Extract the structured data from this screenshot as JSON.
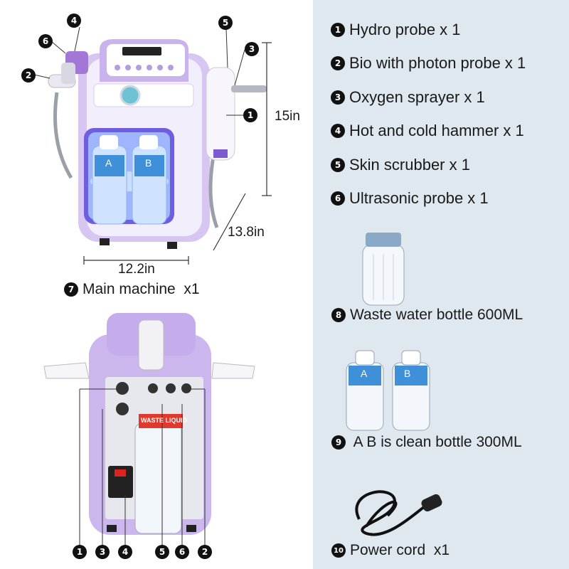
{
  "accessories": [
    {
      "num": "1",
      "text": "Hydro probe x 1"
    },
    {
      "num": "2",
      "text": "Bio with photon probe x 1"
    },
    {
      "num": "3",
      "text": "Oxygen sprayer x 1"
    },
    {
      "num": "4",
      "text": "Hot and cold hammer x 1"
    },
    {
      "num": "5",
      "text": "Skin scrubber x 1"
    },
    {
      "num": "6",
      "text": "Ultrasonic probe x 1"
    }
  ],
  "main_machine": {
    "num": "7",
    "text": "Main machine  x1"
  },
  "waste_bottle": {
    "num": "8",
    "text": "Waste water bottle 600ML"
  },
  "clean_bottle": {
    "num": "9",
    "text": " A B is clean bottle 300ML"
  },
  "power_cord": {
    "num": "10",
    "text": "Power cord  x1"
  },
  "dimensions": {
    "height": "15in",
    "width": "12.2in",
    "depth": "13.8in"
  },
  "machine_labels": {
    "bottle_a": "A",
    "bottle_b": "B",
    "waste_label": "WASTE LIQUID",
    "bottle_a_small": "A",
    "bottle_b_small": "B"
  },
  "front_callouts": [
    "4",
    "6",
    "2",
    "5",
    "3",
    "1"
  ],
  "back_callouts": [
    "1",
    "3",
    "4",
    "5",
    "6",
    "2"
  ],
  "colors": {
    "machine_purple": "#c9b3ec",
    "panel_bg": "#dfe7ef",
    "badge": "#111111",
    "bottle_blue": "#3f8fd9"
  }
}
